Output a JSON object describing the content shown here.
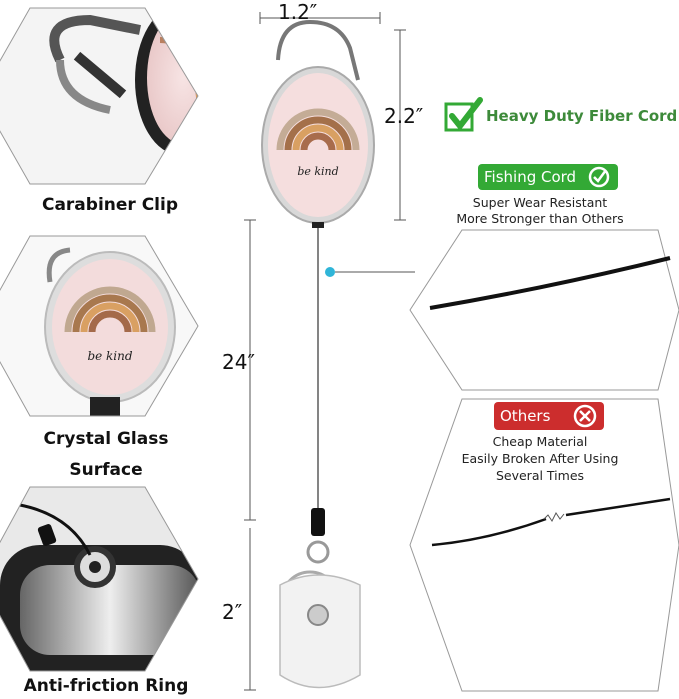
{
  "dimensions": {
    "width": "1.2″",
    "height": "2.2″",
    "cord": "24″",
    "clip": "2″"
  },
  "features": {
    "carabiner": "Carabiner Clip",
    "glass_line1": "Crystal Glass",
    "glass_line2": "Surface",
    "ring": "Anti-friction Ring"
  },
  "heavy_duty": "Heavy Duty Fiber Cord",
  "fishing": {
    "label": "Fishing Cord",
    "line1": "Super Wear Resistant",
    "line2": "More Stronger than Others"
  },
  "others": {
    "label": "Others",
    "line1": "Cheap Material",
    "line2": "Easily Broken After Using",
    "line3": "Several Times"
  },
  "design_text": "be kind",
  "colors": {
    "green": "#33a935",
    "red": "#cc2d2d",
    "accent_dot": "#2fb5d8",
    "badge_text": "#3d8a3a"
  }
}
